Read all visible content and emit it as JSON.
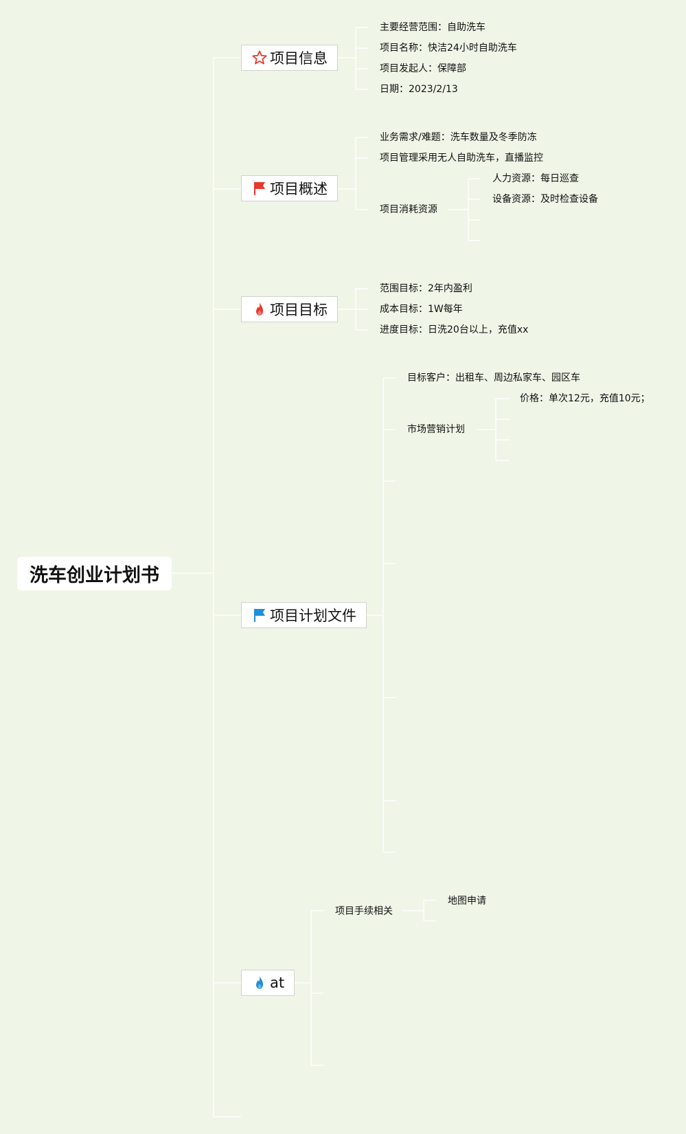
{
  "root": {
    "title": "洗车创业计划书"
  },
  "branches": [
    {
      "label": "项目信息",
      "icon": "star-icon",
      "icon_color": "#e8392c",
      "children": [
        "主要经营范围：自助洗车",
        "项目名称：快洁24小时自助洗车",
        "项目发起人：保障部",
        "日期：2023/2/13"
      ]
    },
    {
      "label": "项目概述",
      "icon": "flag-icon",
      "icon_color": "#e8392c",
      "children": [
        "业务需求/难题：洗车数量及冬季防冻",
        "项目管理采用无人自助洗车，直播监控",
        "项目消耗资源"
      ],
      "resources": [
        "人力资源：每日巡查",
        "设备资源：及时检查设备"
      ]
    },
    {
      "label": "项目目标",
      "icon": "fire-icon",
      "icon_color": "#e8392c",
      "children": [
        "范围目标：2年内盈利",
        "成本目标：1W每年",
        "进度目标：日洗20台以上，充值xx"
      ]
    },
    {
      "label": "项目计划文件",
      "icon": "flag-icon",
      "icon_color": "#1e8fd9",
      "children": [
        "目标客户：出租车、周边私家车、园区车",
        "市场营销计划"
      ],
      "marketing": [
        "价格：单次12元，充值10元；"
      ]
    },
    {
      "label": "at",
      "icon": "fire-icon",
      "icon_color": "#1e8fd9",
      "children": [
        "项目手续相关"
      ],
      "procedures": [
        "地图申请"
      ]
    }
  ],
  "colors": {
    "background": "#eff5e7",
    "connector": "#ffffff",
    "red_icon": "#e8392c",
    "blue_icon": "#1e8fd9"
  }
}
